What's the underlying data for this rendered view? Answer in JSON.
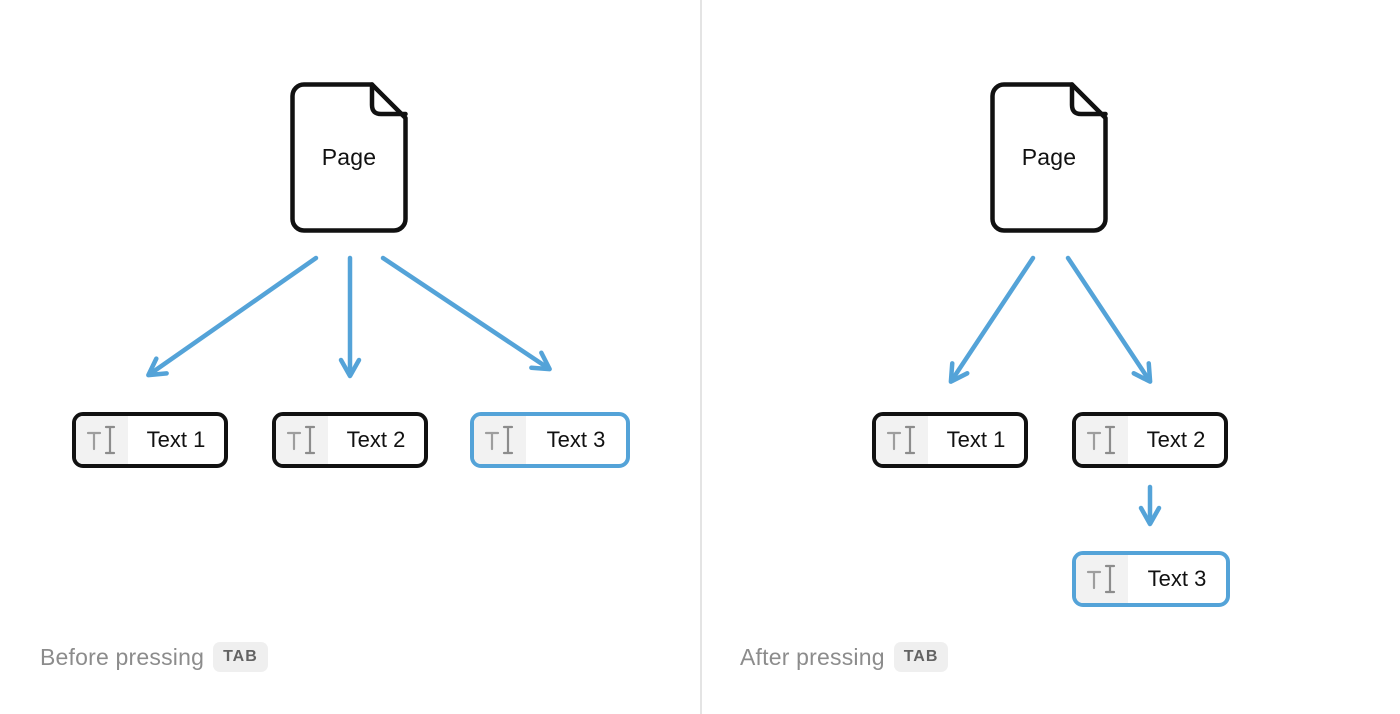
{
  "diagram": {
    "description": "Block indentation diagram: pressing TAB nests Text 3 under Text 2",
    "panels": [
      {
        "name": "before",
        "page": {
          "label": "Page"
        },
        "blocks": [
          {
            "label": "Text 1",
            "highlighted": false
          },
          {
            "label": "Text 2",
            "highlighted": false
          },
          {
            "label": "Text 3",
            "highlighted": true
          }
        ],
        "caption": {
          "text": "Before pressing",
          "key": "TAB"
        }
      },
      {
        "name": "after",
        "page": {
          "label": "Page"
        },
        "blocks": [
          {
            "label": "Text 1",
            "highlighted": false
          },
          {
            "label": "Text 2",
            "highlighted": false
          },
          {
            "label": "Text 3",
            "highlighted": true
          }
        ],
        "caption": {
          "text": "After pressing",
          "key": "TAB"
        }
      }
    ],
    "colors": {
      "accent_blue": "#54a3d8",
      "block_border": "#111111",
      "icon_area_bg": "#f2f2f2",
      "icon_gray": "#9e9e9e",
      "icon_gray_dark": "#8c8c8c",
      "caption_gray": "#8c8c8c",
      "key_badge_bg": "#efefef",
      "key_badge_text": "#636363",
      "divider": "#e4e4e4",
      "page_text": "#111111"
    }
  }
}
